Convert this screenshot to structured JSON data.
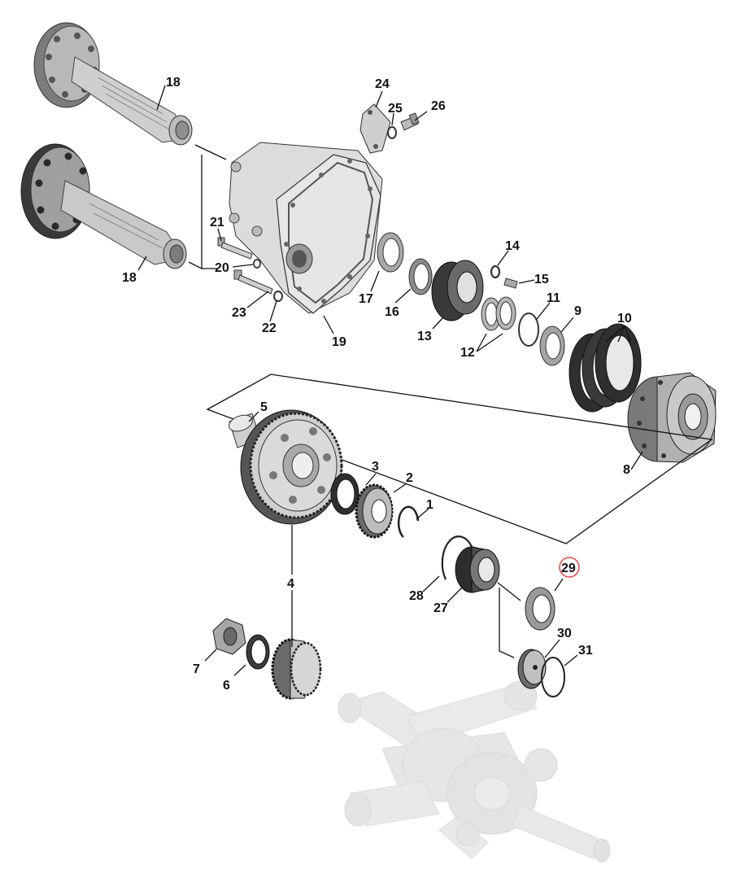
{
  "colors": {
    "part_light": "#d9d9d9",
    "part_mid": "#a8a8a8",
    "part_dark": "#4a4a4a",
    "part_black": "#1e1e1e",
    "ghost": "#e2e2e2",
    "highlight": "#e05050",
    "line": "#111111"
  },
  "callouts": {
    "c1": "1",
    "c2": "2",
    "c3": "3",
    "c4": "4",
    "c5": "5",
    "c6": "6",
    "c7": "7",
    "c8": "8",
    "c9": "9",
    "c10": "10",
    "c11": "11",
    "c12": "12",
    "c13": "13",
    "c14": "14",
    "c15": "15",
    "c16": "16",
    "c17": "17",
    "c18a": "18",
    "c18b": "18",
    "c19": "19",
    "c20": "20",
    "c21": "21",
    "c22": "22",
    "c23": "23",
    "c24": "24",
    "c25": "25",
    "c26": "26",
    "c27": "27",
    "c28": "28",
    "c29": "29",
    "c30": "30",
    "c31": "31"
  },
  "highlighted_callout": "29"
}
